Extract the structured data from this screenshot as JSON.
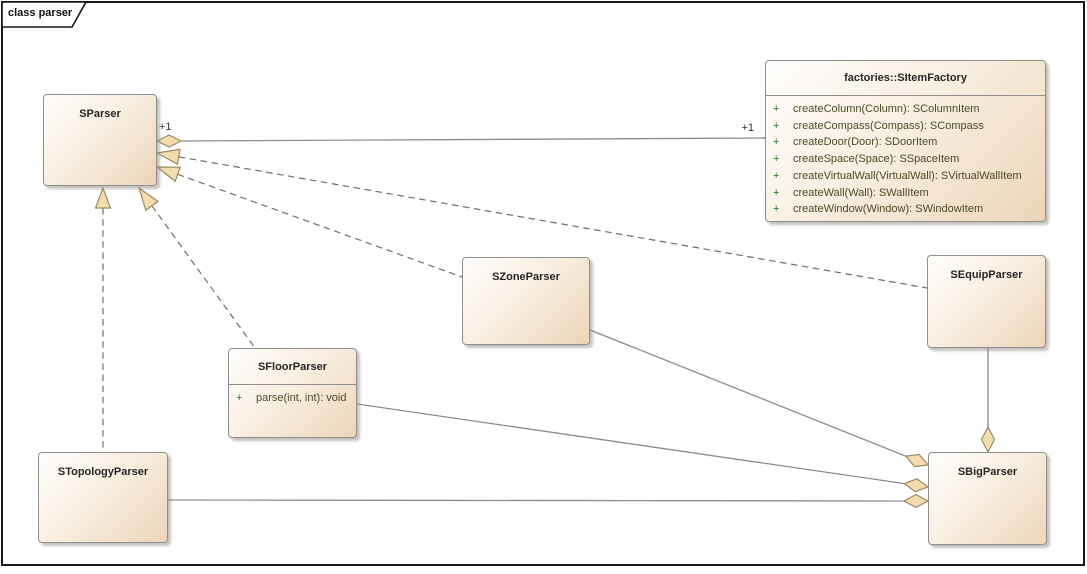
{
  "frame": {
    "label": "class parser"
  },
  "classes": {
    "sparser": {
      "name": "SParser"
    },
    "sitemfactory": {
      "name": "factories::SItemFactory",
      "methods": [
        {
          "vis": "+",
          "sig": "createColumn(Column): SColumnItem"
        },
        {
          "vis": "+",
          "sig": "createCompass(Compass): SCompass"
        },
        {
          "vis": "+",
          "sig": "createDoor(Door): SDoorItem"
        },
        {
          "vis": "+",
          "sig": "createSpace(Space): SSpaceItem"
        },
        {
          "vis": "+",
          "sig": "createVirtualWall(VirtualWall): SVirtualWallItem"
        },
        {
          "vis": "+",
          "sig": "createWall(Wall): SWallItem"
        },
        {
          "vis": "+",
          "sig": "createWindow(Window): SWindowItem"
        }
      ]
    },
    "szoneparser": {
      "name": "SZoneParser"
    },
    "sequipparser": {
      "name": "SEquipParser"
    },
    "sfloorparser": {
      "name": "SFloorParser",
      "methods": [
        {
          "vis": "+",
          "sig": "parse(int, int): void"
        }
      ]
    },
    "stopologyparser": {
      "name": "STopologyParser"
    },
    "sbigparser": {
      "name": "SBigParser"
    }
  },
  "labels": {
    "aggregation_sparser_end": "+1",
    "aggregation_factory_end": "+1"
  },
  "relationships": [
    {
      "type": "aggregation",
      "owner": "SParser",
      "part": "factories::SItemFactory",
      "line": "solid",
      "owner_multiplicity": "+1",
      "part_multiplicity": "+1"
    },
    {
      "type": "realization",
      "from": "SZoneParser",
      "to": "SParser",
      "line": "dashed"
    },
    {
      "type": "realization",
      "from": "SEquipParser",
      "to": "SParser",
      "line": "dashed"
    },
    {
      "type": "realization",
      "from": "SFloorParser",
      "to": "SParser",
      "line": "dashed"
    },
    {
      "type": "realization",
      "from": "STopologyParser",
      "to": "SParser",
      "line": "dashed"
    },
    {
      "type": "aggregation",
      "owner": "SBigParser",
      "part": "SZoneParser",
      "line": "solid"
    },
    {
      "type": "aggregation",
      "owner": "SBigParser",
      "part": "SFloorParser",
      "line": "solid"
    },
    {
      "type": "aggregation",
      "owner": "SBigParser",
      "part": "STopologyParser",
      "line": "solid"
    },
    {
      "type": "aggregation",
      "owner": "SBigParser",
      "part": "SEquipParser",
      "line": "solid"
    }
  ],
  "colors": {
    "element_fill_start": "#fffefd",
    "element_fill_end": "#ecd5b8",
    "element_border": "#8f8f8f",
    "shape_fill": "#f3dcae",
    "shape_stroke": "#9a8a62",
    "solid_line": "#8c8c8c",
    "dashed_line": "#6e6e6e",
    "method_text": "#4b4b26",
    "visibility_plus": "#227722",
    "frame_border": "#161616"
  }
}
